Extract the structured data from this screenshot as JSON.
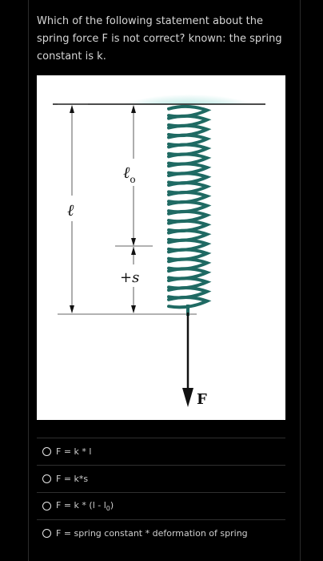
{
  "question": {
    "text": "Which of the following statement about the spring force F is not correct? known: the spring constant is k."
  },
  "figure": {
    "label_l0": "ℓ",
    "label_l0_sub": "o",
    "label_l": "ℓ",
    "label_s": "+s",
    "label_F": "F",
    "colors": {
      "ceiling": "#8fd6cf",
      "spring": "#1f6a63"
    }
  },
  "options": [
    {
      "text": "F = k * l"
    },
    {
      "text": "F = k*s"
    },
    {
      "text_pre": "F = k * (l - l",
      "text_sub": "0",
      "text_post": ")"
    },
    {
      "text": "F = spring constant * deformation of spring"
    }
  ]
}
